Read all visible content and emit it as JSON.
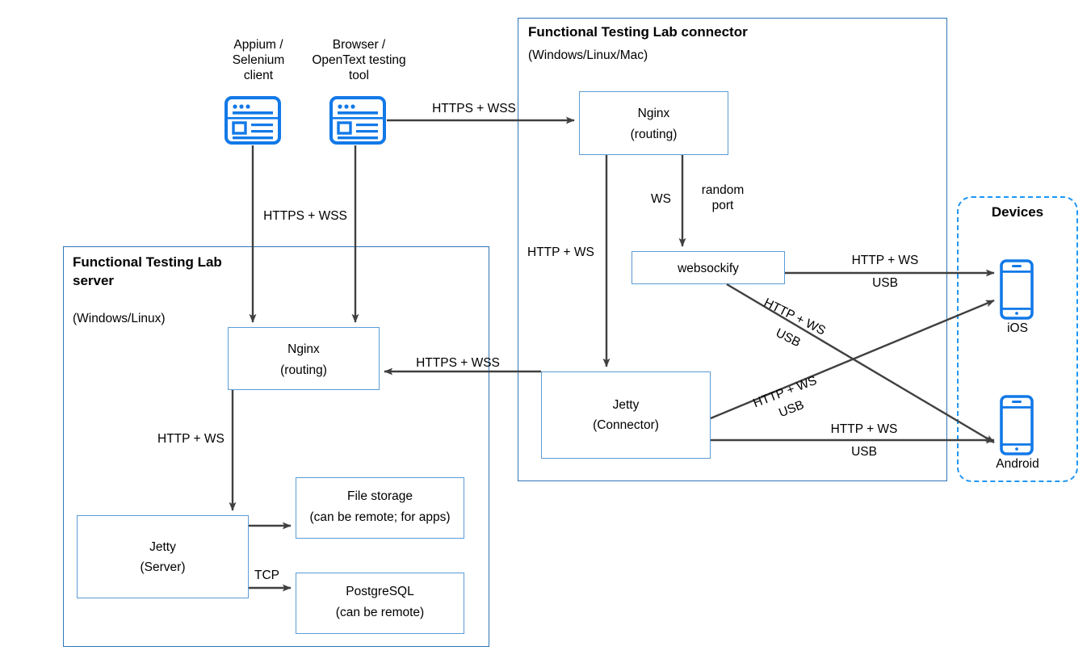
{
  "diagram": {
    "title": "Functional Testing Lab architecture",
    "colors": {
      "node_border": "#5B9BD5",
      "group_border": "#2E75B6",
      "devices_border": "#2196F3",
      "icon_blue": "#1279E8",
      "arrow": "#404040",
      "background": "#FFFFFF"
    }
  },
  "clients": [
    {
      "id": "appium",
      "label": "Appium /\nSelenium\nclient",
      "icon": "browser-window-icon"
    },
    {
      "id": "browser",
      "label": "Browser /\nOpenText testing\ntool",
      "icon": "browser-window-icon"
    }
  ],
  "groups": {
    "connector": {
      "title": "Functional Testing Lab connector",
      "subtitle": "(Windows/Linux/Mac)"
    },
    "server": {
      "title": "Functional Testing Lab\nserver",
      "subtitle": "(Windows/Linux)"
    },
    "devices": {
      "title": "Devices"
    }
  },
  "nodes": {
    "connector_nginx": {
      "title": "Nginx",
      "subtitle": "(routing)"
    },
    "websockify": {
      "title": "websockify",
      "subtitle": ""
    },
    "connector_jetty": {
      "title": "Jetty",
      "subtitle": "(Connector)"
    },
    "server_nginx": {
      "title": "Nginx",
      "subtitle": "(routing)"
    },
    "server_jetty": {
      "title": "Jetty",
      "subtitle": "(Server)"
    },
    "file_storage": {
      "title": "File storage",
      "subtitle": "(can be remote; for apps)"
    },
    "postgresql": {
      "title": "PostgreSQL",
      "subtitle": "(can be remote)"
    }
  },
  "devices": [
    {
      "id": "ios",
      "label": "iOS",
      "icon": "mobile-phone-icon"
    },
    {
      "id": "android",
      "label": "Android",
      "icon": "mobile-phone-icon"
    }
  ],
  "edge_labels": {
    "browser_to_connector_nginx": "HTTPS + WSS",
    "clients_to_server_nginx": "HTTPS + WSS",
    "connector_nginx_to_websockify_left": "WS",
    "connector_nginx_to_websockify_right": "random\nport",
    "connector_nginx_to_connector_jetty": "HTTP + WS",
    "connector_jetty_to_server_nginx": "HTTPS + WSS",
    "server_nginx_to_server_jetty": "HTTP + WS",
    "server_jetty_to_file_storage": "",
    "server_jetty_to_postgresql": "TCP",
    "websockify_to_ios_top": "HTTP + WS",
    "websockify_to_ios_bottom": "USB",
    "websockify_to_android_top": "HTTP + WS",
    "websockify_to_android_bottom": "USB",
    "jetty_to_ios_top": "HTTP + WS",
    "jetty_to_ios_bottom": "USB",
    "jetty_to_android_top": "HTTP + WS",
    "jetty_to_android_bottom": "USB"
  }
}
